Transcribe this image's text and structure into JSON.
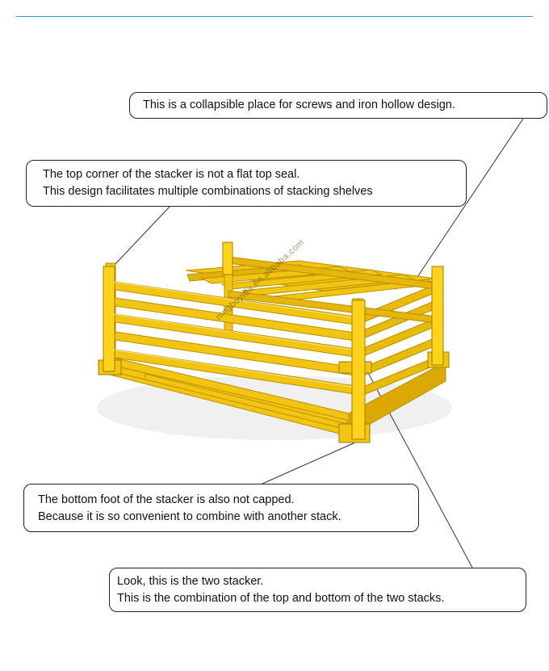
{
  "callouts": {
    "screws": {
      "line1": "This is a collapsible place for screws and iron hollow design."
    },
    "top_corner": {
      "line1": "The top corner of the stacker is not a flat top seal.",
      "line2": "This design facilitates multiple combinations of stacking shelves"
    },
    "bottom_foot": {
      "line1": "The bottom foot of the stacker is also not capped.",
      "line2": "Because it is so convenient to combine with another stack."
    },
    "two_stacker": {
      "line1": "Look, this is the two stacker.",
      "line2": "This is the combination of the top and bottom of the two stacks."
    }
  },
  "product": {
    "watermark": "ningboyida.en.alibaba.com",
    "color": "#f2c512"
  },
  "colors": {
    "accent_rule": "#2e9bd6",
    "frame_yellow": "#f2c512",
    "frame_shadow": "#c99e00",
    "frame_highlight": "#ffe04a"
  }
}
